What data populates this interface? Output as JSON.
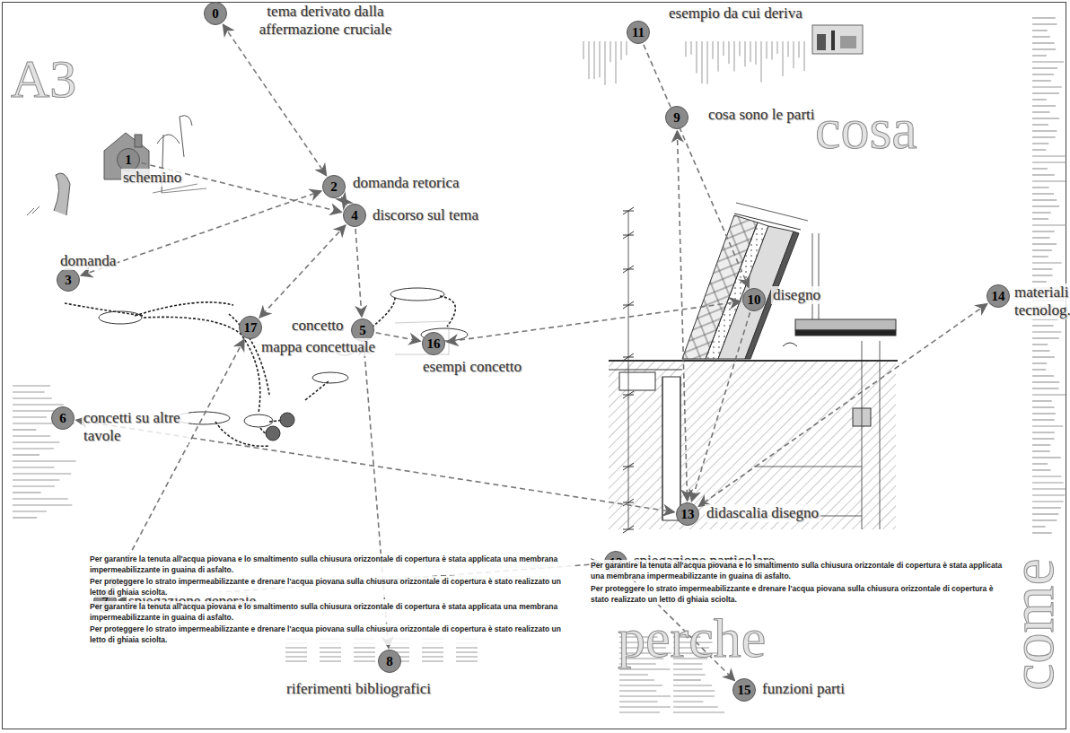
{
  "diagram": {
    "nodes": [
      {
        "text": [
          "0",
          "tema derivato dalla affermazione cruciale"
        ]
      },
      {
        "text": [
          "1",
          "schemino"
        ]
      },
      {
        "text": [
          "2",
          "domanda retorica"
        ]
      },
      {
        "text": [
          "3",
          "domanda"
        ]
      },
      {
        "text": [
          "4",
          "discorso sul tema"
        ]
      },
      {
        "text": [
          "5",
          "concetto"
        ]
      },
      {
        "text": [
          "6",
          "concetti su altre tavole"
        ]
      },
      {
        "text": [
          "7",
          "spiegazione generale"
        ]
      },
      {
        "text": [
          "8",
          "riferimenti bibliografici"
        ]
      },
      {
        "text": [
          "9",
          "cosa sono le parti"
        ]
      },
      {
        "text": [
          "10",
          "disegno"
        ]
      },
      {
        "text": [
          "11",
          "esempio da cui deriva"
        ]
      },
      {
        "text": [
          "12",
          "spiegazione particolare"
        ]
      },
      {
        "text": [
          "13",
          "didascalia disegno"
        ]
      },
      {
        "text": [
          "14",
          "materiali tecnolog."
        ]
      },
      {
        "text": [
          "15",
          "funzioni parti"
        ]
      },
      {
        "text": [
          "16",
          "esempi concetto"
        ]
      },
      {
        "text": [
          "17",
          "mappa concettuale"
        ]
      }
    ],
    "edges": [
      {
        "from": 0,
        "to": 2,
        "arrow": "both"
      },
      {
        "from": 1,
        "to": 4,
        "arrow": "to"
      },
      {
        "from": 3,
        "to": 2,
        "arrow": "both"
      },
      {
        "from": 2,
        "to": 4,
        "arrow": "both"
      },
      {
        "from": 4,
        "to": 17,
        "arrow": "both"
      },
      {
        "from": 4,
        "to": 5,
        "arrow": "to"
      },
      {
        "from": 17,
        "to": 7,
        "arrow": "both"
      },
      {
        "from": 5,
        "to": 8,
        "arrow": "both"
      },
      {
        "from": 5,
        "to": 16,
        "arrow": "to"
      },
      {
        "from": 10,
        "to": 16,
        "arrow": "both"
      },
      {
        "from": 9,
        "to": 13,
        "arrow": "both"
      },
      {
        "from": 11,
        "to": 10,
        "arrow": "to"
      },
      {
        "from": 6,
        "to": 13,
        "arrow": "both"
      },
      {
        "from": 7,
        "to": 12,
        "arrow": "both"
      },
      {
        "from": 14,
        "to": 13,
        "arrow": "both"
      },
      {
        "from": 12,
        "to": 15,
        "arrow": "to"
      },
      {
        "from": 10,
        "to": 13,
        "arrow": "to"
      }
    ],
    "labels": [
      "A3",
      "cosa",
      "perche",
      "come",
      "Per garantire la tenuta all'acqua piovana e lo smaltimento sulla chiusura orizzontale di copertura è stata applicata una membrana impermeabilizzante in guaina di asfalto.",
      "Per proteggere lo strato impermeabilizzante e drenare l'acqua piovana sulla chiusura orizzontale di copertura è stato realizzato un letto di ghiaia sciolta.",
      "Per garantire la tenuta all'acqua piovana e lo smaltimento sulla chiusura orizzontale di copertura è stata applicata una membrana impermeabilizzante in guaina di asfalto.",
      "Per proteggere lo strato impermeabilizzante e drenare l'acqua piovana sulla chiusura orizzontale di copertura è stato realizzato un letto di ghiaia sciolta.",
      "Per garantire la tenuta all'acqua piovana e lo smaltimento sulla chiusura orizzontale di copertura è stata applicata una membrana impermeabilizzante in guaina di asfalto.",
      "Per proteggere lo strato impermeabilizzante e drenare l'acqua piovana sulla chiusura orizzontale di copertura è stato realizzato un letto di ghiaia sciolta."
    ]
  }
}
